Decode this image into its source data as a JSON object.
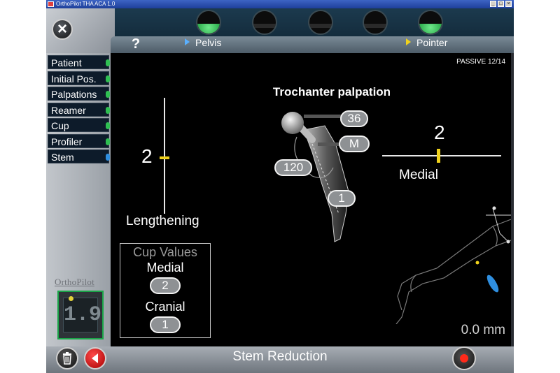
{
  "window": {
    "title": "OrthoPilot THA ACA 1.0"
  },
  "header": {
    "help_label": "?",
    "pelvis_label": "Pelvis",
    "pointer_label": "Pointer",
    "status_lamps": [
      {
        "name": "pelvis",
        "state": "green"
      },
      {
        "name": "tracker-2",
        "state": "off"
      },
      {
        "name": "tracker-3",
        "state": "off"
      },
      {
        "name": "tracker-4",
        "state": "off"
      },
      {
        "name": "pointer",
        "state": "green"
      }
    ],
    "pelvis_arrow_color": "#5ab0ff",
    "pointer_arrow_color": "#f0d21c"
  },
  "sidebar": {
    "items": [
      {
        "label": "Patient",
        "status": "green"
      },
      {
        "label": "Initial Pos.",
        "status": "green"
      },
      {
        "label": "Palpations",
        "status": "green"
      },
      {
        "label": "Reamer",
        "status": "green"
      },
      {
        "label": "Cup",
        "status": "green"
      },
      {
        "label": "Profiler",
        "status": "green"
      },
      {
        "label": "Stem",
        "status": "blue"
      }
    ],
    "logo": "OrthoPilot",
    "counter": "1.9"
  },
  "main": {
    "mode": "PASSIVE 12/14",
    "title": "Trochanter palpation",
    "lengthening": {
      "value": "2",
      "label": "Lengthening"
    },
    "medial": {
      "value": "2",
      "label": "Medial"
    },
    "implant": {
      "neck_value": "36",
      "size_value": "M",
      "angle_value": "120",
      "offset_value": "1"
    },
    "cup_values": {
      "title": "Cup Values",
      "medial_label": "Medial",
      "medial_value": "2",
      "cranial_label": "Cranial",
      "cranial_value": "1"
    },
    "distance": "0.0 mm"
  },
  "footer": {
    "title": "Stem Reduction"
  },
  "colors": {
    "accent_yellow": "#f0d21c",
    "status_green": "#2fbf52",
    "status_blue": "#2f8fe0",
    "record_red": "#ff2a1a"
  }
}
